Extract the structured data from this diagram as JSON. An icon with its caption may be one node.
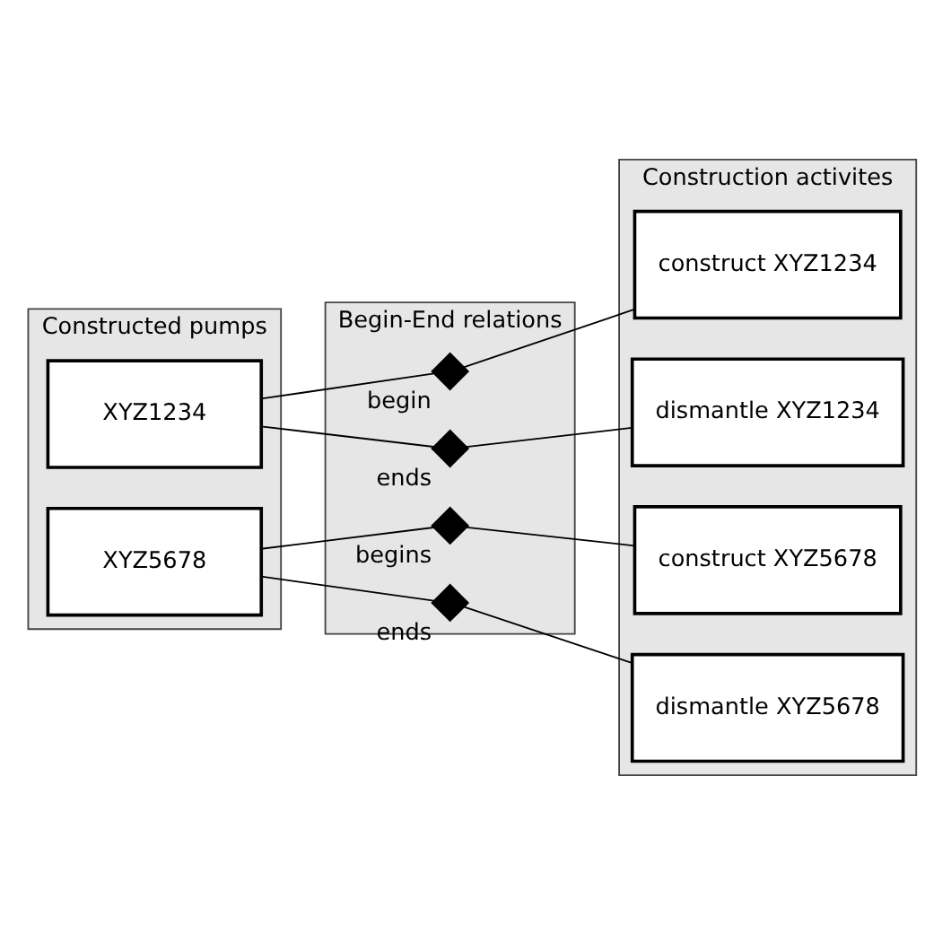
{
  "diagram": {
    "nodes": [
      {
        "text": [
          "Constructed pumps"
        ]
      },
      {
        "text": [
          "Begin-End relations"
        ]
      },
      {
        "text": [
          "Construction activites"
        ]
      },
      {
        "text": [
          "XYZ1234"
        ],
        "in": 0
      },
      {
        "text": [
          "XYZ5678"
        ],
        "in": 0
      },
      {
        "text": [],
        "shape": "diamond",
        "beside": [
          "begin"
        ],
        "in": 1
      },
      {
        "text": [],
        "shape": "diamond",
        "beside": [
          "ends"
        ],
        "in": 1
      },
      {
        "text": [],
        "shape": "diamond",
        "beside": [
          "begins"
        ],
        "in": 1
      },
      {
        "text": [],
        "shape": "diamond",
        "beside": [
          "ends"
        ],
        "in": 1
      },
      {
        "text": [
          "construct XYZ1234"
        ],
        "in": 2
      },
      {
        "text": [
          "dismantle XYZ1234"
        ],
        "in": 2
      },
      {
        "text": [
          "construct XYZ5678"
        ],
        "in": 2
      },
      {
        "text": [
          "dismantle XYZ5678"
        ],
        "in": 2
      }
    ],
    "edges": [
      {
        "from": 3,
        "to": 5,
        "arrow": "none"
      },
      {
        "from": 5,
        "to": 9,
        "arrow": "none"
      },
      {
        "from": 3,
        "to": 6,
        "arrow": "none"
      },
      {
        "from": 6,
        "to": 10,
        "arrow": "none"
      },
      {
        "from": 4,
        "to": 7,
        "arrow": "none"
      },
      {
        "from": 7,
        "to": 11,
        "arrow": "none"
      },
      {
        "from": 4,
        "to": 8,
        "arrow": "none"
      },
      {
        "from": 8,
        "to": 12,
        "arrow": "none"
      }
    ]
  }
}
